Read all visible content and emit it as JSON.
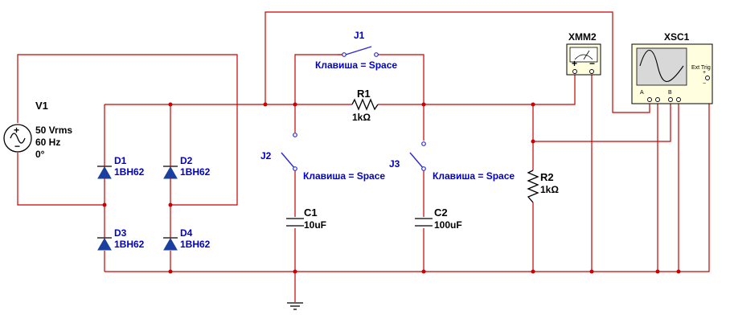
{
  "source": {
    "name": "V1",
    "voltage": "50 Vrms",
    "frequency": "60 Hz",
    "phase": "0°"
  },
  "diodes": [
    {
      "name": "D1",
      "model": "1BH62"
    },
    {
      "name": "D2",
      "model": "1BH62"
    },
    {
      "name": "D3",
      "model": "1BH62"
    },
    {
      "name": "D4",
      "model": "1BH62"
    }
  ],
  "switches": [
    {
      "name": "J1",
      "key": "Клавиша = Space"
    },
    {
      "name": "J2",
      "key": "Клавиша = Space"
    },
    {
      "name": "J3",
      "key": "Клавиша = Space"
    }
  ],
  "resistors": [
    {
      "name": "R1",
      "value": "1kΩ"
    },
    {
      "name": "R2",
      "value": "1kΩ"
    }
  ],
  "capacitors": [
    {
      "name": "C1",
      "value": "10uF"
    },
    {
      "name": "C2",
      "value": "100uF"
    }
  ],
  "multimeter": {
    "name": "XMM2",
    "plus": "+",
    "minus": "−"
  },
  "oscilloscope": {
    "name": "XSC1",
    "ext_trig": "Ext Trig",
    "ch_a": "A",
    "ch_b": "B"
  }
}
